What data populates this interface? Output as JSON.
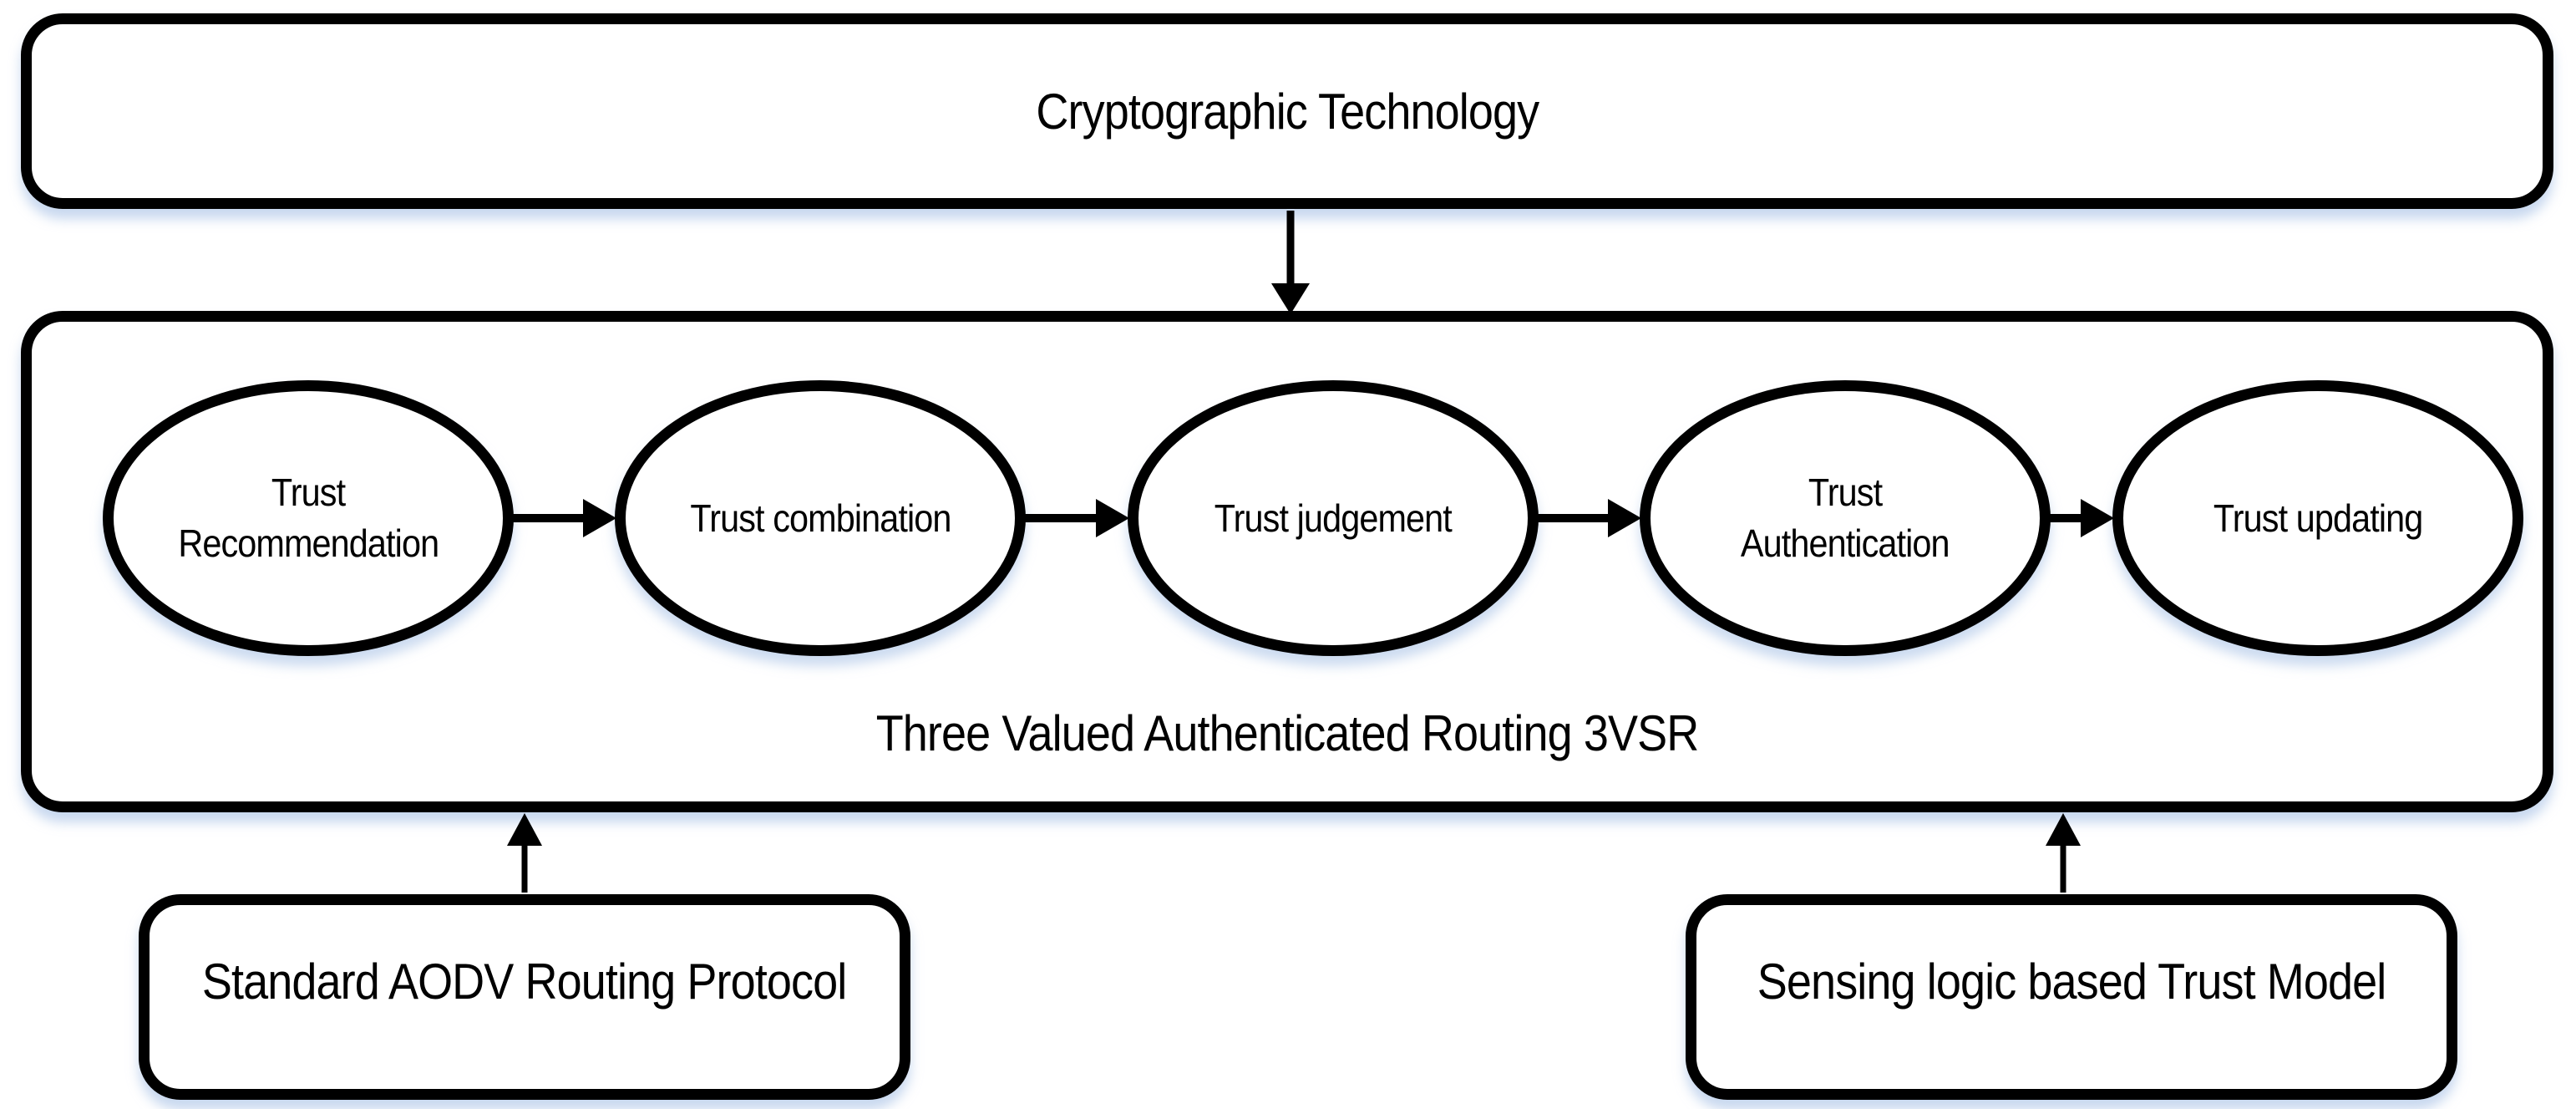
{
  "diagram": {
    "top_box": {
      "label": "Cryptographic Technology"
    },
    "container_box": {
      "caption": "Three Valued Authenticated Routing 3VSR"
    },
    "steps": [
      {
        "lines": [
          "Trust",
          "Recommendation"
        ]
      },
      {
        "lines": [
          "Trust combination"
        ]
      },
      {
        "lines": [
          "Trust judgement"
        ]
      },
      {
        "lines": [
          "Trust",
          "Authentication"
        ]
      },
      {
        "lines": [
          "Trust updating"
        ]
      }
    ],
    "bottom_boxes": [
      {
        "label": "Standard AODV Routing Protocol"
      },
      {
        "label": "Sensing logic based Trust Model"
      }
    ],
    "colors": {
      "stroke": "#000000",
      "fill": "#ffffff",
      "text": "#000000",
      "shadow": "#dce6f3"
    }
  }
}
